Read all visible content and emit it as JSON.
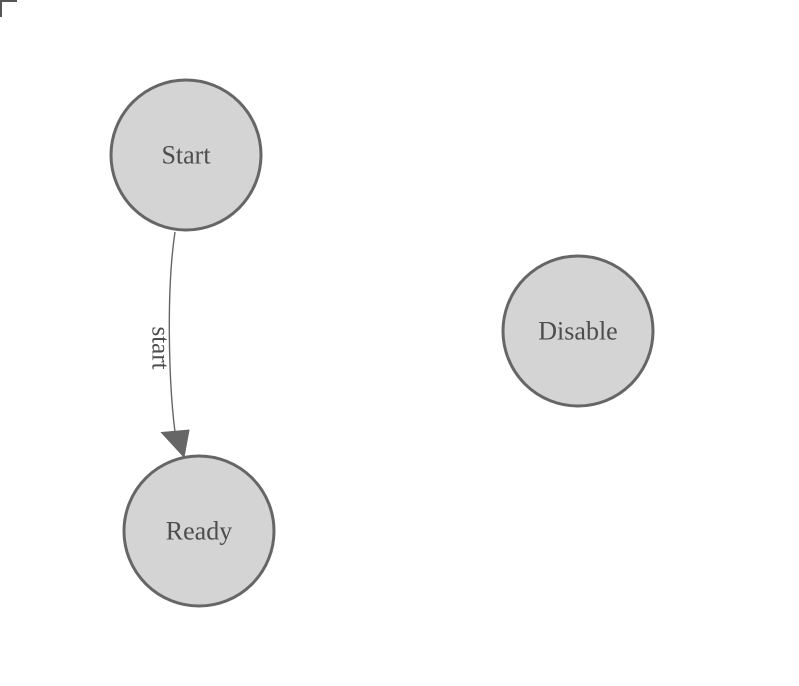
{
  "diagram": {
    "type": "state-machine",
    "nodes": [
      {
        "id": "start",
        "label": "Start"
      },
      {
        "id": "ready",
        "label": "Ready"
      },
      {
        "id": "disable",
        "label": "Disable"
      }
    ],
    "edges": [
      {
        "from": "start",
        "to": "ready",
        "label": "start"
      }
    ],
    "colors": {
      "canvas_bg": "#ffffff",
      "node_fill": "#d4d4d4",
      "node_stroke": "#666666",
      "node_text": "#4d4d4d",
      "edge_stroke": "#666666",
      "edge_text": "#4d4d4d",
      "corner_mark": "#555555"
    }
  }
}
